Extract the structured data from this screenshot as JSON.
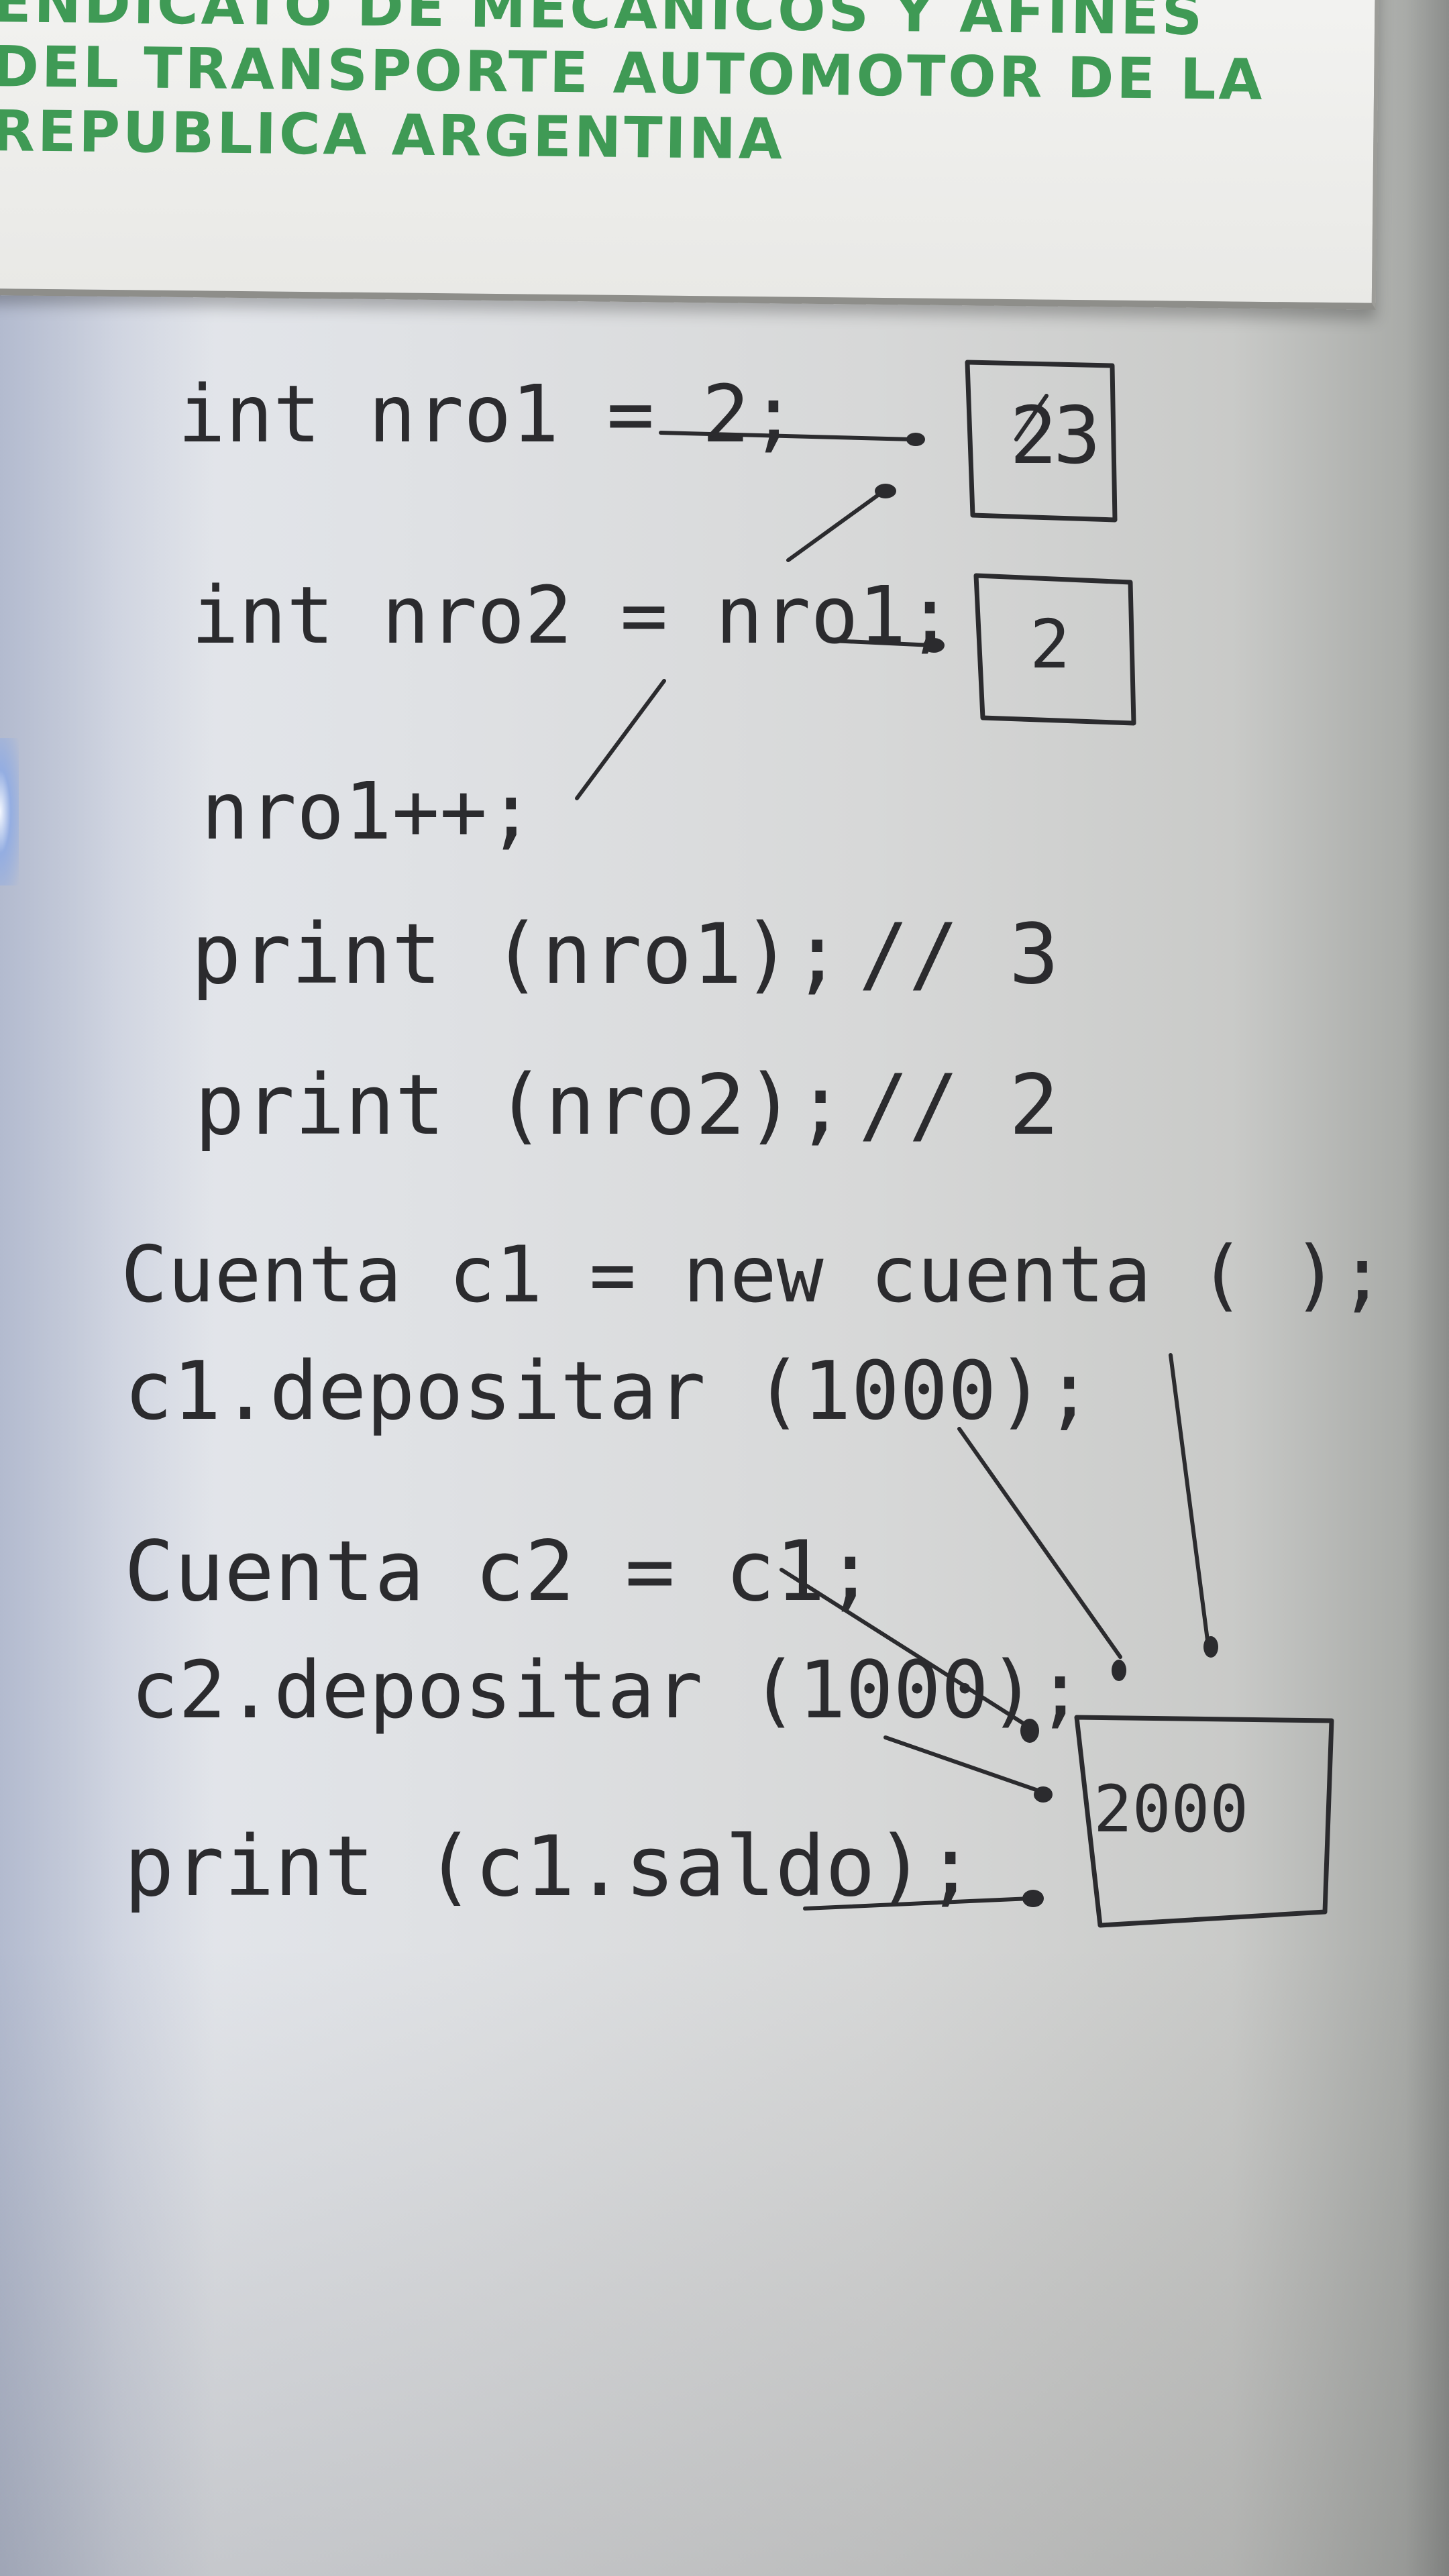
{
  "sign": {
    "lines": [
      "ENDICATO DE MECANICOS Y AFINES",
      "DEL TRANSPORTE AUTOMOTOR DE LA",
      "REPUBLICA ARGENTINA"
    ],
    "text_color": "#3f9a55"
  },
  "whiteboard": {
    "ink_color": "#2b2b2e",
    "code_lines": [
      "int nro1 = 2;",
      "int nro2 = nro1;",
      "nro1++;",
      "print (nro1);",
      "print (nro2);",
      "Cuenta c1 = new cuenta ( );",
      "c1.depositar (1000);",
      "Cuenta c2 = c1;",
      "c2.depositar (1000);",
      "print (c1.saldo);"
    ],
    "comments": [
      "// 3",
      "// 2"
    ],
    "boxes": [
      {
        "struck_value": "2",
        "value": "3"
      },
      {
        "value": "2"
      },
      {
        "value": "2000"
      }
    ]
  }
}
